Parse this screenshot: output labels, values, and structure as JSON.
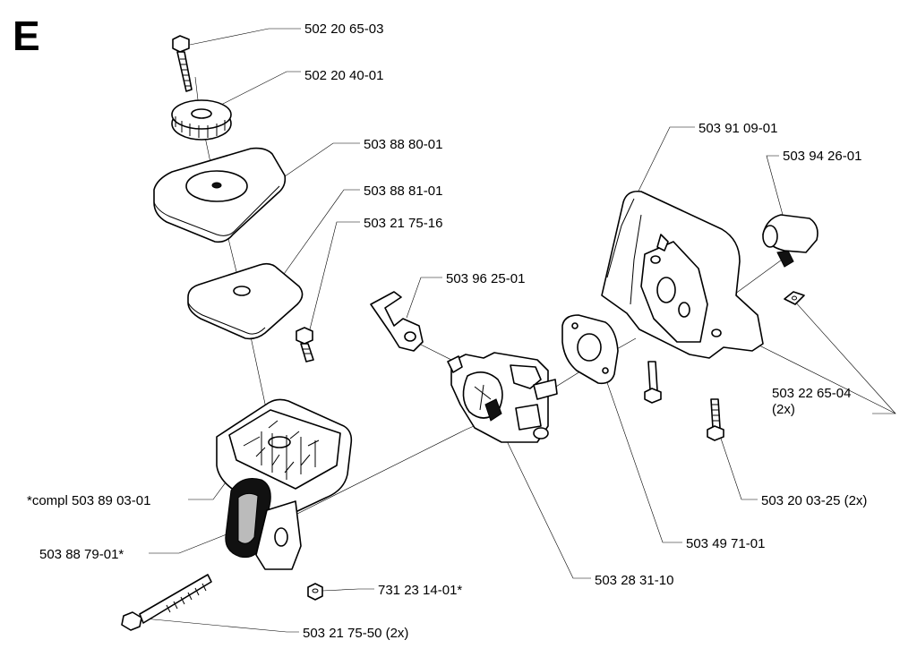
{
  "section_letter": "E",
  "labels": {
    "bolt_top": "502 20 65-03",
    "knob": "502 20 40-01",
    "filter_cover": "503 88 80-01",
    "filter_element": "503 88 81-01",
    "screw_small": "503 21 75-16",
    "filter_housing": "*compl 503 89 03-01",
    "handle_grip": "503 88 79-01*",
    "nut": "731 23 14-01*",
    "long_bolt": "503 21 75-50 (2x)",
    "throttle_link": "503 96 25-01",
    "carburetor": "503 28 31-10",
    "gasket": "503 49 71-01",
    "intake_housing": "503 91 09-01",
    "sleeve": "503 94 26-01",
    "square_nut_1": "503 22 65-04",
    "square_nut_2": "(2x)",
    "bolt_pair": "503 20 03-25 (2x)"
  }
}
